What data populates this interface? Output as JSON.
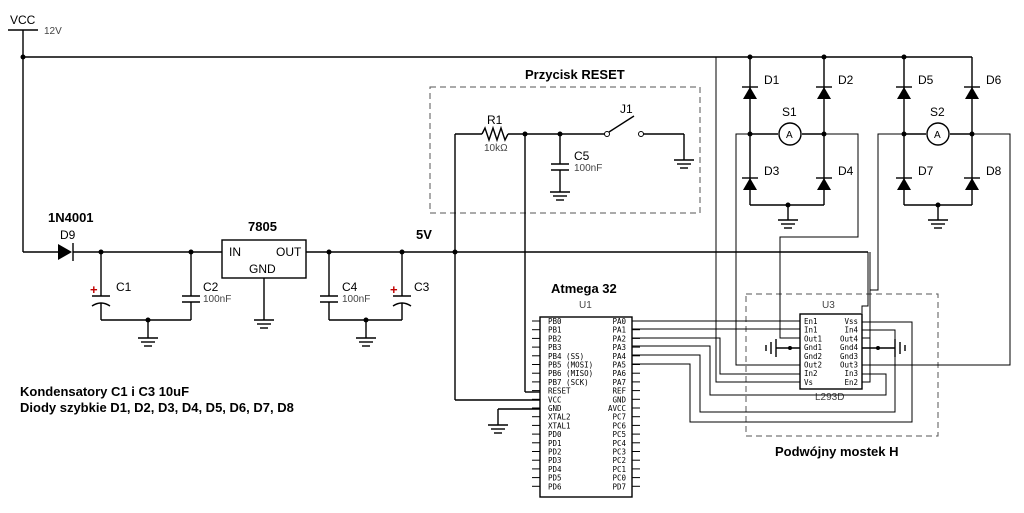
{
  "power": {
    "vcc_label": "VCC",
    "vcc_value": "12V",
    "five_v_label": "5V"
  },
  "diode_main": {
    "part": "1N4001",
    "ref": "D9"
  },
  "regulator": {
    "name": "7805",
    "in": "IN",
    "out": "OUT",
    "gnd": "GND"
  },
  "capacitors": {
    "c1": "C1",
    "c2": "C2",
    "c2_value": "100nF",
    "c3": "C3",
    "c4": "C4",
    "c4_value": "100nF",
    "c5": "C5",
    "c5_value": "100nF",
    "polarity_mark": "+"
  },
  "reset": {
    "title": "Przycisk RESET",
    "r1": "R1",
    "r1_value": "10kΩ",
    "j1": "J1"
  },
  "mcu": {
    "title": "Atmega 32",
    "ref": "U1",
    "left_pins": [
      "PB0",
      "PB1",
      "PB2",
      "PB3",
      "PB4 (SS)",
      "PB5 (MOSI)",
      "PB6 (MISO)",
      "PB7 (SCK)",
      "RESET",
      "VCC",
      "GND",
      "XTAL2",
      "XTAL1",
      "PD0",
      "PD1",
      "PD2",
      "PD3",
      "PD4",
      "PD5",
      "PD6"
    ],
    "right_pins": [
      "PA0",
      "PA1",
      "PA2",
      "PA3",
      "PA4",
      "PA5",
      "PA6",
      "PA7",
      "REF",
      "GND",
      "AVCC",
      "PC7",
      "PC6",
      "PC5",
      "PC4",
      "PC3",
      "PC2",
      "PC1",
      "PC0",
      "PD7"
    ]
  },
  "driver": {
    "ref": "U3",
    "part": "L293D",
    "title": "Podwójny mostek H",
    "left_pins": [
      "En1",
      "In1",
      "Out1",
      "Gnd1",
      "Gnd2",
      "Out2",
      "In2",
      "Vs"
    ],
    "right_pins": [
      "Vss",
      "In4",
      "Out4",
      "Gnd4",
      "Gnd3",
      "Out3",
      "In3",
      "En2"
    ]
  },
  "bridge": {
    "d1": "D1",
    "d2": "D2",
    "d3": "D3",
    "d4": "D4",
    "d5": "D5",
    "d6": "D6",
    "d7": "D7",
    "d8": "D8",
    "s1": "S1",
    "s2": "S2",
    "motor_letter": "A"
  },
  "notes": {
    "line1": "Kondensatory C1 i C3 10uF",
    "line2": "Diody szybkie D1, D2, D3, D4, D5, D6, D7, D8"
  }
}
